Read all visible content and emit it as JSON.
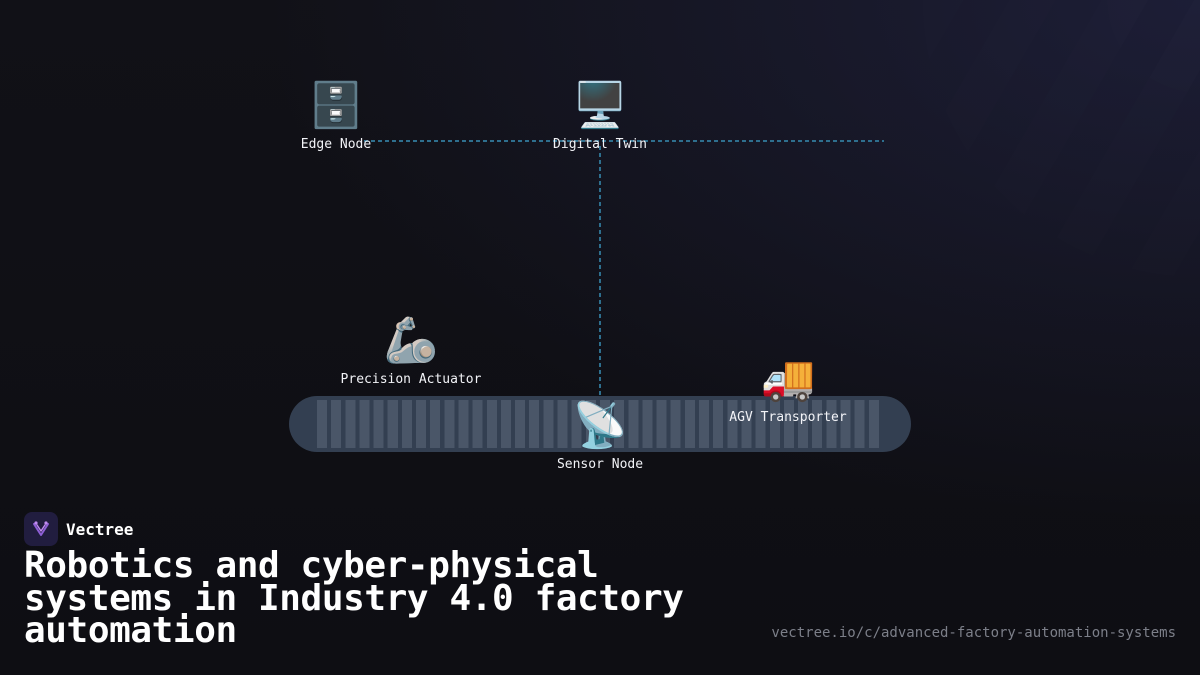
{
  "diagram": {
    "nodes": [
      {
        "id": "edge-node",
        "label": "Edge Node",
        "icon": "file-cabinet-icon",
        "glyph": "🗄️"
      },
      {
        "id": "digital-twin",
        "label": "Digital Twin",
        "icon": "desktop-computer-icon",
        "glyph": "🖥️"
      },
      {
        "id": "precision-actuator",
        "label": "Precision Actuator",
        "icon": "mechanical-arm-icon",
        "glyph": "🦾"
      },
      {
        "id": "agv-transporter",
        "label": "AGV Transporter",
        "icon": "delivery-truck-icon",
        "glyph": "🚚"
      },
      {
        "id": "sensor-node",
        "label": "Sensor Node",
        "icon": "satellite-antenna-icon",
        "glyph": "📡"
      }
    ],
    "links": [
      {
        "from": "edge-node",
        "to": "digital-twin",
        "style": "dashed"
      },
      {
        "from": "digital-twin",
        "to": "sensor-node",
        "style": "dashed"
      }
    ],
    "link_color": "#2e6f8e",
    "conveyor_color": "#333f51"
  },
  "brand": {
    "name": "Vectree",
    "logo_icon": "vectree-logo-icon",
    "accent": "#8e5fd6"
  },
  "headline": "Robotics and cyber-physical systems in Industry 4.0 factory automation",
  "url": "vectree.io/c/advanced-factory-automation-systems"
}
